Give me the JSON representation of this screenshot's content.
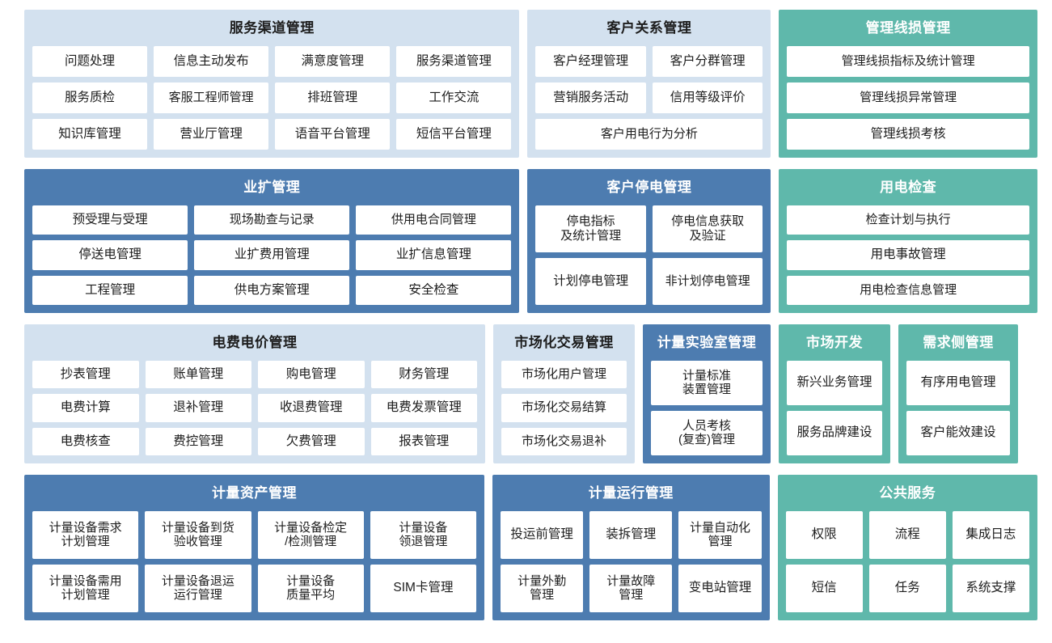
{
  "diagram": {
    "colors": {
      "panel_light_blue": "#d3e1ef",
      "panel_dark_blue": "#4d7cb0",
      "panel_teal": "#5fb8ab",
      "cell_background": "#ffffff",
      "page_background": "#ffffff",
      "text_dark": "#1d1d1d",
      "text_light": "#ffffff"
    },
    "rows": [
      {
        "id": "row-1",
        "panels": [
          {
            "id": "service-channel-management",
            "title": "服务渠道管理",
            "style": "blue-light",
            "cell_rows": [
              [
                "问题处理",
                "信息主动发布",
                "满意度管理",
                "服务渠道管理"
              ],
              [
                "服务质检",
                "客服工程师管理",
                "排班管理",
                "工作交流"
              ],
              [
                "知识库管理",
                "营业厅管理",
                "语音平台管理",
                "短信平台管理"
              ]
            ]
          },
          {
            "id": "customer-relationship-management",
            "title": "客户关系管理",
            "style": "blue-light",
            "cell_rows": [
              [
                "客户经理管理",
                "客户分群管理"
              ],
              [
                "营销服务活动",
                "信用等级评价"
              ],
              [
                "客户用电行为分析"
              ]
            ]
          },
          {
            "id": "management-line-loss",
            "title": "管理线损管理",
            "style": "teal",
            "cell_rows": [
              [
                "管理线损指标及统计管理"
              ],
              [
                "管理线损异常管理"
              ],
              [
                "管理线损考核"
              ]
            ]
          }
        ]
      },
      {
        "id": "row-2",
        "panels": [
          {
            "id": "business-expansion-management",
            "title": "业扩管理",
            "style": "blue-dark",
            "cell_rows": [
              [
                "预受理与受理",
                "现场勘查与记录",
                "供用电合同管理"
              ],
              [
                "停送电管理",
                "业扩费用管理",
                "业扩信息管理"
              ],
              [
                "工程管理",
                "供电方案管理",
                "安全检查"
              ]
            ]
          },
          {
            "id": "customer-outage-management",
            "title": "客户停电管理",
            "style": "blue-dark",
            "cell_rows": [
              [
                "停电指标\n及统计管理",
                "停电信息获取\n及验证"
              ],
              [
                "计划停电管理",
                "非计划停电管理"
              ]
            ]
          },
          {
            "id": "electricity-inspection",
            "title": "用电检查",
            "style": "teal",
            "cell_rows": [
              [
                "检查计划与执行"
              ],
              [
                "用电事故管理"
              ],
              [
                "用电检查信息管理"
              ]
            ]
          }
        ]
      },
      {
        "id": "row-3",
        "panels": [
          {
            "id": "electricity-fee-price-management",
            "title": "电费电价管理",
            "style": "blue-light",
            "cell_rows": [
              [
                "抄表管理",
                "账单管理",
                "购电管理",
                "财务管理"
              ],
              [
                "电费计算",
                "退补管理",
                "收退费管理",
                "电费发票管理"
              ],
              [
                "电费核查",
                "费控管理",
                "欠费管理",
                "报表管理"
              ]
            ]
          },
          {
            "id": "market-trading-management",
            "title": "市场化交易管理",
            "style": "blue-light",
            "cell_rows": [
              [
                "市场化用户管理"
              ],
              [
                "市场化交易结算"
              ],
              [
                "市场化交易退补"
              ]
            ]
          },
          {
            "id": "metering-laboratory-management",
            "title": "计量实验室管理",
            "style": "blue-dark",
            "cell_rows": [
              [
                "计量标准\n装置管理"
              ],
              [
                "人员考核\n(复查)管理"
              ]
            ]
          },
          {
            "id": "market-development",
            "title": "市场开发",
            "style": "teal",
            "cell_rows": [
              [
                "新兴业务管理"
              ],
              [
                "服务品牌建设"
              ]
            ]
          },
          {
            "id": "demand-side-management",
            "title": "需求侧管理",
            "style": "teal",
            "cell_rows": [
              [
                "有序用电管理"
              ],
              [
                "客户能效建设"
              ]
            ]
          }
        ]
      },
      {
        "id": "row-4",
        "panels": [
          {
            "id": "metering-asset-management",
            "title": "计量资产管理",
            "style": "blue-dark",
            "cell_rows": [
              [
                "计量设备需求\n计划管理",
                "计量设备到货\n验收管理",
                "计量设备检定\n/检测管理",
                "计量设备\n领退管理"
              ],
              [
                "计量设备需用\n计划管理",
                "计量设备退运\n运行管理",
                "计量设备\n质量平均",
                "SIM卡管理"
              ]
            ]
          },
          {
            "id": "metering-operation-management",
            "title": "计量运行管理",
            "style": "blue-dark",
            "cell_rows": [
              [
                "投运前管理",
                "装拆管理",
                "计量自动化\n管理"
              ],
              [
                "计量外勤\n管理",
                "计量故障\n管理",
                "变电站管理"
              ]
            ]
          },
          {
            "id": "public-services",
            "title": "公共服务",
            "style": "teal",
            "cell_rows": [
              [
                "权限",
                "流程",
                "集成日志"
              ],
              [
                "短信",
                "任务",
                "系统支撑"
              ]
            ]
          }
        ]
      }
    ]
  }
}
